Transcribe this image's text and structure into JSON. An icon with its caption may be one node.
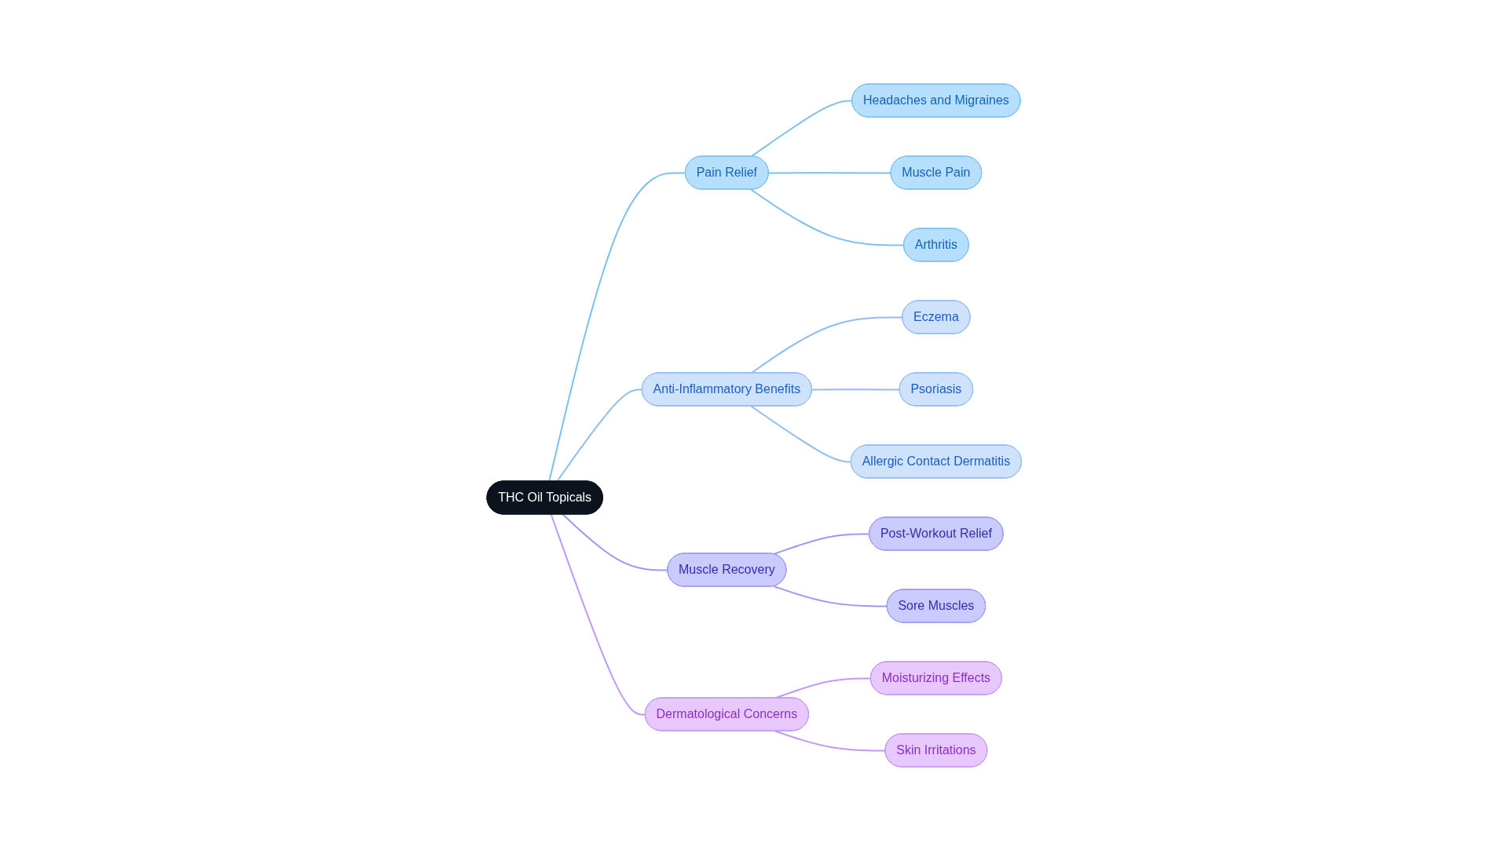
{
  "diagram": {
    "nodes": [
      {
        "text": [
          "THC Oil Topicals"
        ]
      },
      {
        "text": [
          "Pain Relief"
        ]
      },
      {
        "text": [
          "Headaches and Migraines"
        ]
      },
      {
        "text": [
          "Muscle Pain"
        ]
      },
      {
        "text": [
          "Arthritis"
        ]
      },
      {
        "text": [
          "Anti-Inflammatory Benefits"
        ]
      },
      {
        "text": [
          "Eczema"
        ]
      },
      {
        "text": [
          "Psoriasis"
        ]
      },
      {
        "text": [
          "Allergic Contact Dermatitis"
        ]
      },
      {
        "text": [
          "Muscle Recovery"
        ]
      },
      {
        "text": [
          "Post-Workout Relief"
        ]
      },
      {
        "text": [
          "Sore Muscles"
        ]
      },
      {
        "text": [
          "Dermatological Concerns"
        ]
      },
      {
        "text": [
          "Moisturizing Effects"
        ]
      },
      {
        "text": [
          "Skin Irritations"
        ]
      }
    ],
    "edges": [
      {
        "from": 0,
        "to": 1,
        "arrow": "none",
        "color": "#7dc0ef"
      },
      {
        "from": 1,
        "to": 2,
        "arrow": "none",
        "color": "#7dc0ef"
      },
      {
        "from": 1,
        "to": 3,
        "arrow": "none",
        "color": "#7dc0ef"
      },
      {
        "from": 1,
        "to": 4,
        "arrow": "none",
        "color": "#7dc0ef"
      },
      {
        "from": 0,
        "to": 5,
        "arrow": "none",
        "color": "#90bdf0"
      },
      {
        "from": 5,
        "to": 6,
        "arrow": "none",
        "color": "#90bdf0"
      },
      {
        "from": 5,
        "to": 7,
        "arrow": "none",
        "color": "#90bdf0"
      },
      {
        "from": 5,
        "to": 8,
        "arrow": "none",
        "color": "#90bdf0"
      },
      {
        "from": 0,
        "to": 9,
        "arrow": "none",
        "color": "#9a9af0"
      },
      {
        "from": 9,
        "to": 10,
        "arrow": "none",
        "color": "#9a9af0"
      },
      {
        "from": 9,
        "to": 11,
        "arrow": "none",
        "color": "#9a9af0"
      },
      {
        "from": 0,
        "to": 12,
        "arrow": "none",
        "color": "#c09af0"
      },
      {
        "from": 12,
        "to": 13,
        "arrow": "none",
        "color": "#c09af0"
      },
      {
        "from": 12,
        "to": 14,
        "arrow": "none",
        "color": "#c09af0"
      }
    ]
  }
}
